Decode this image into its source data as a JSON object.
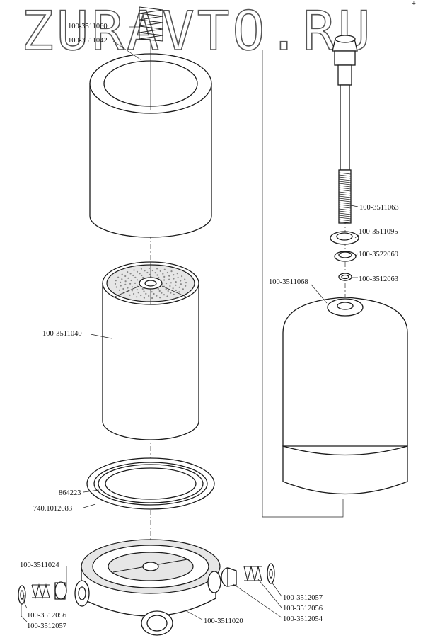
{
  "watermark": "ZURAVTO.RU",
  "corner_mark": "+",
  "labels": {
    "spring_top": "100-3511060",
    "cup_top": "100-3511042",
    "element": "100-3511040",
    "gasket_inner": "864223",
    "gasket_outer": "740.1012083",
    "housing": "100-3511020",
    "left_plug": "100-3511024",
    "left_spring": "100-3512056",
    "left_washer": "100-3512057",
    "right_washer": "100-3512057",
    "right_spring": "100-3512056",
    "right_valve": "100-3512054",
    "bolt": "100-3511063",
    "bolt_washer": "100-3511095",
    "bolt_ring": "100-3522069",
    "bolt_oring": "100-3512063",
    "cap": "100-3511068"
  }
}
